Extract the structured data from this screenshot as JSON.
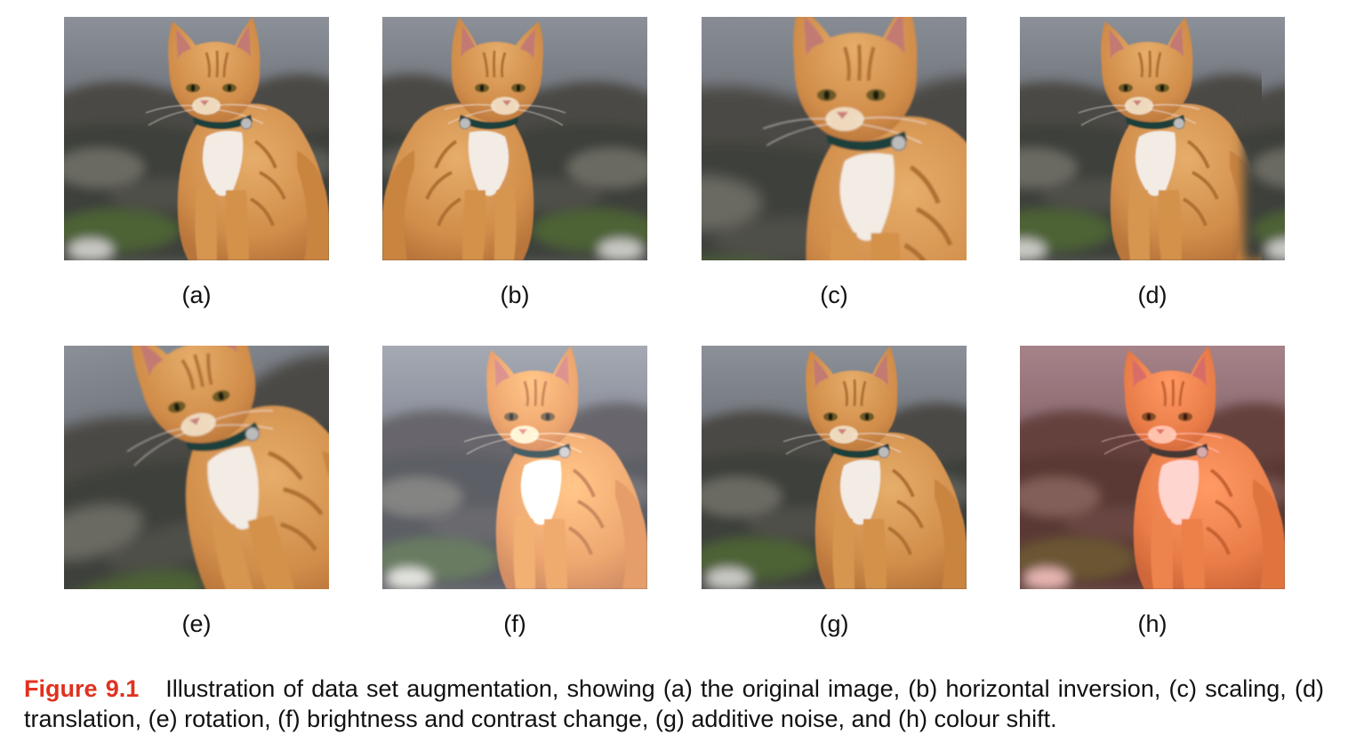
{
  "panels": [
    {
      "label": "(a)",
      "effect": "original"
    },
    {
      "label": "(b)",
      "effect": "horizontal-flip"
    },
    {
      "label": "(c)",
      "effect": "scale"
    },
    {
      "label": "(d)",
      "effect": "translate"
    },
    {
      "label": "(e)",
      "effect": "rotate"
    },
    {
      "label": "(f)",
      "effect": "brightness-contrast"
    },
    {
      "label": "(g)",
      "effect": "noise"
    },
    {
      "label": "(h)",
      "effect": "colour-shift"
    }
  ],
  "caption": {
    "figure_label": "Figure 9.1",
    "text": "Illustration of data set augmentation, showing (a) the original image, (b) horizontal inversion, (c) scaling, (d) translation, (e) rotation, (f) brightness and contrast change, (g) additive noise, and (h) colour shift."
  },
  "colors": {
    "caption_label": "#e0321e",
    "cat_fur": "#d89a55",
    "sky": "#7e838a",
    "hills": "#4a4a44",
    "collar": "#1f3f3a"
  }
}
